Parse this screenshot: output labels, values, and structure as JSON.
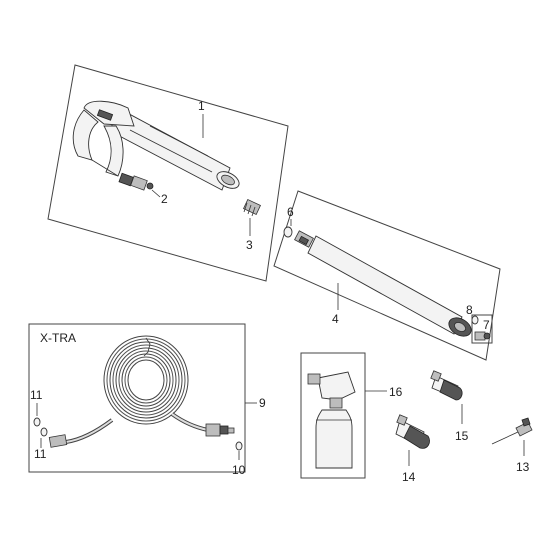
{
  "kit_label": "X-TRA",
  "callouts": {
    "c1": "1",
    "c2": "2",
    "c3": "3",
    "c4": "4",
    "c5": "7",
    "c6": "6",
    "c8": "8",
    "c9": "9",
    "c10": "10",
    "c11a": "11",
    "c11b": "11",
    "c13": "13",
    "c14": "14",
    "c15": "15",
    "c16": "16"
  }
}
